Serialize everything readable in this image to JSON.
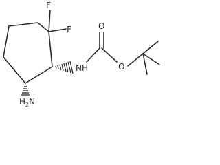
{
  "structure": {
    "atoms": {
      "fluorine_1": "F",
      "fluorine_2": "F",
      "carbonyl_oxygen": "O",
      "ester_oxygen": "O",
      "amide_nitrogen": "N",
      "amide_hydrogen": "H",
      "amine_nitrogen": "N",
      "amine_hydrogen": "H",
      "amine_hydrogen_count": "2"
    }
  }
}
